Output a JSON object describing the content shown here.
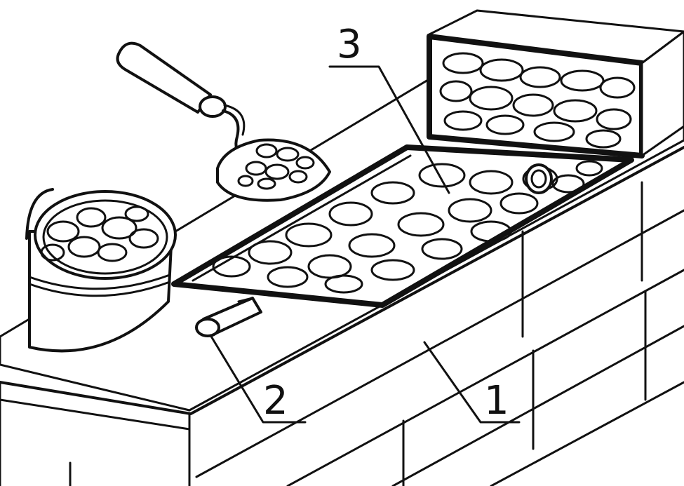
{
  "callouts": [
    {
      "id": "1",
      "label": "1"
    },
    {
      "id": "2",
      "label": "2"
    },
    {
      "id": "3",
      "label": "3"
    }
  ],
  "colors": {
    "ink": "#111111",
    "paper": "#ffffff"
  },
  "icons": [
    "paint-roller-icon",
    "bucket-icon",
    "form-box-icon",
    "tray-icon",
    "brick-wall-icon"
  ]
}
